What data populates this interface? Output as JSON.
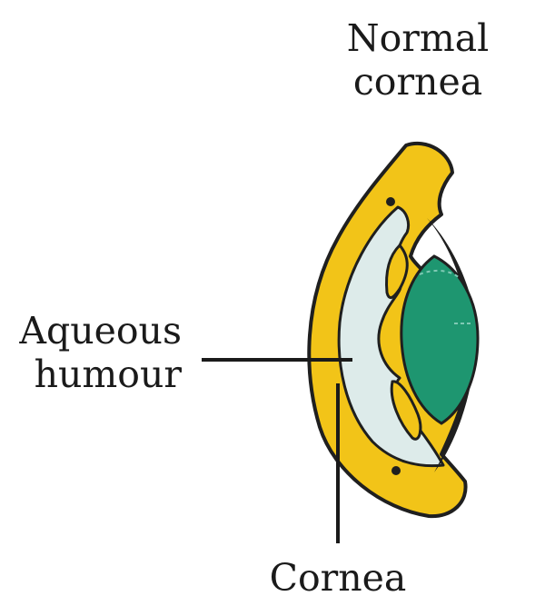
{
  "title": {
    "line1": "Normal",
    "line2": "cornea"
  },
  "labels": {
    "aqueous_line1": "Aqueous",
    "aqueous_line2": "humour",
    "cornea": "Cornea"
  },
  "colors": {
    "cornea_yellow": "#F2C418",
    "outline": "#1f1f1f",
    "aqueous": "#DDEBEA",
    "lens_green": "#1E9670",
    "leader_line": "#1a1a1a",
    "text": "#1a1a1a"
  }
}
